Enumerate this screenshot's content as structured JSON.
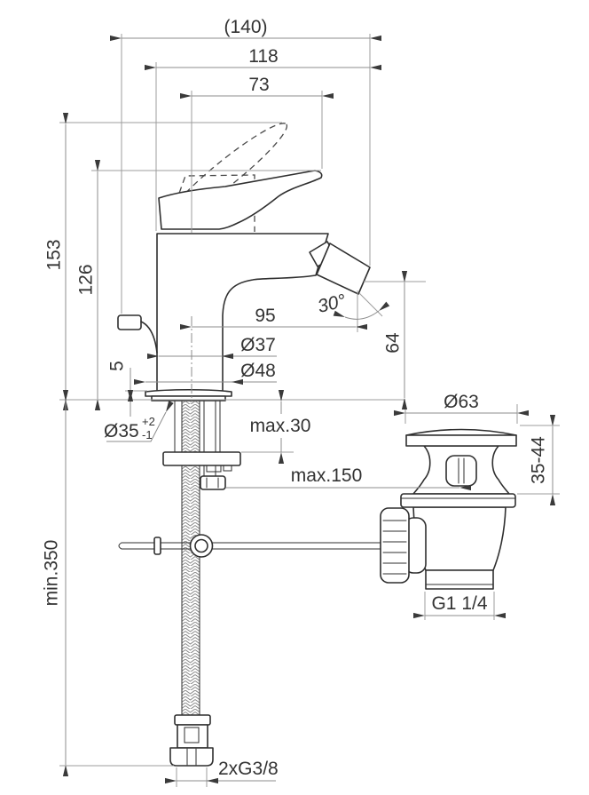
{
  "drawing": {
    "type": "technical-dimension-drawing",
    "subject": "single-lever bidet mixer with pop-up waste, supply hose and mounting hardware",
    "colors": {
      "object_line": "#2f2f2f",
      "dimension_line": "#8c8c8c",
      "text": "#333333",
      "background": "#ffffff"
    },
    "labels": {
      "overall_depth": "(140)",
      "body_depth": "118",
      "handle_projection": "73",
      "height_handle_up": "153",
      "height_handle_down": "126",
      "spout_reach": "95",
      "spout_angle": "30°",
      "outlet_height": "64",
      "body_diameter": "Ø37",
      "base_diameter": "Ø48",
      "base_height": "5",
      "hole_diameter": "Ø35",
      "hole_tol_plus": "+2",
      "hole_tol_minus": "-1",
      "deck_thickness_max": "max.30",
      "rod_reach_max": "max.150",
      "waste_flange_diameter": "Ø63",
      "waste_height_range": "35-44",
      "waste_thread": "G1 1/4",
      "hose_min_length": "min.350",
      "hose_thread": "2xG3/8"
    }
  }
}
